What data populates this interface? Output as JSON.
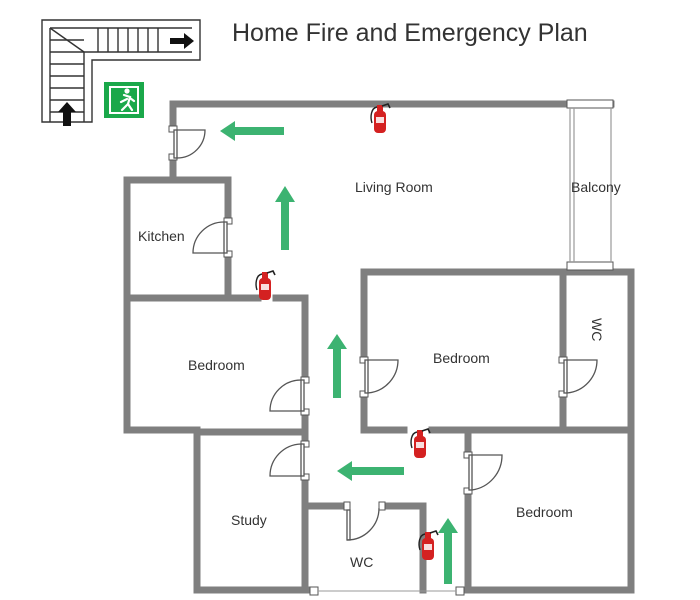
{
  "title": "Home Fire and Emergency Plan",
  "rooms": {
    "living_room": "Living Room",
    "balcony": "Balcony",
    "kitchen": "Kitchen",
    "bedroom_left": "Bedroom",
    "bedroom_center": "Bedroom",
    "wc_right": "WC",
    "study": "Study",
    "bedroom_bottom": "Bedroom",
    "wc_bottom": "WC"
  },
  "symbols": {
    "evacuation_arrow": "evacuation-arrow-icon",
    "fire_extinguisher": "fire-extinguisher-icon",
    "emergency_exit": "emergency-exit-sign-icon",
    "staircase": "staircase-icon"
  },
  "colors": {
    "wall": "#7f7f7f",
    "arrow": "#3cb371",
    "exit_sign": "#1aa84a",
    "extinguisher": "#d42121",
    "text": "#333333"
  }
}
